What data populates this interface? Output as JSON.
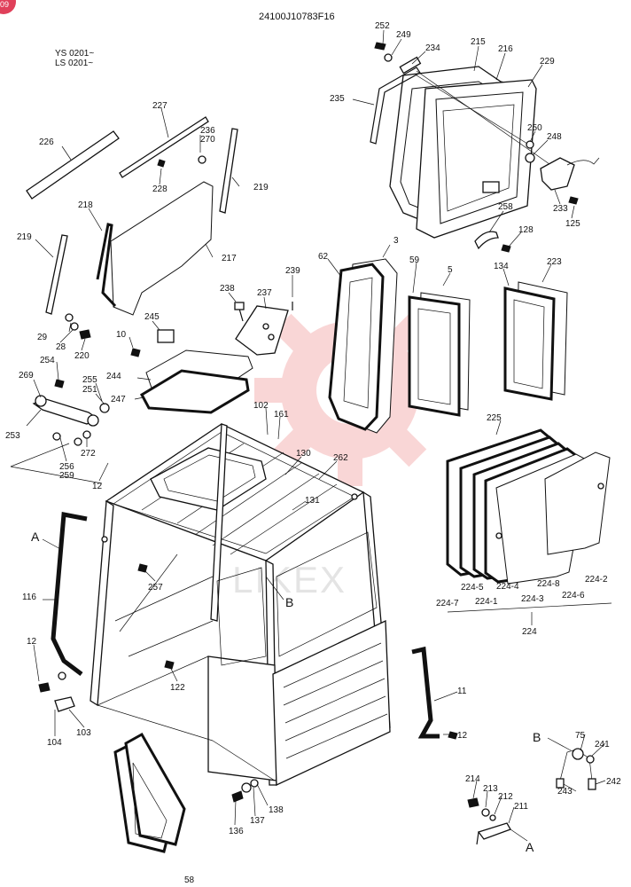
{
  "document": {
    "part_number": "24100J10783F16",
    "serial_ys": "YS 0201~",
    "serial_ls": "LS 0201~",
    "page_number": "58",
    "corner_badge": "09",
    "watermark_text": "LIKEX"
  },
  "callouts": {
    "c252": "252",
    "c249": "249",
    "c234": "234",
    "c215": "215",
    "c216": "216",
    "c229": "229",
    "c235": "235",
    "c250": "250",
    "c248": "248",
    "c233": "233",
    "c125": "125",
    "c258": "258",
    "c128": "128",
    "c227": "227",
    "c226": "226",
    "c236": "236",
    "c270": "270",
    "c228": "228",
    "c219a": "219",
    "c219b": "219",
    "c218": "218",
    "c217": "217",
    "c3": "3",
    "c62": "62",
    "c59": "59",
    "c5": "5",
    "c134": "134",
    "c223": "223",
    "c239": "239",
    "c238": "238",
    "c237": "237",
    "c245": "245",
    "c29": "29",
    "c28": "28",
    "c220": "220",
    "c10": "10",
    "c254": "254",
    "c269": "269",
    "c244": "244",
    "c255": "255",
    "c251": "251",
    "c247": "247",
    "c253": "253",
    "c272": "272",
    "c102": "102",
    "c161": "161",
    "c130": "130",
    "c262": "262",
    "c131": "131",
    "c256": "256",
    "c259": "259",
    "c12a": "12",
    "c225": "225",
    "cA1": "A",
    "c116": "116",
    "c257": "257",
    "cB1": "B",
    "c12b": "12",
    "c122": "122",
    "c224_5": "224-5",
    "c224_4": "224-4",
    "c224_8": "224-8",
    "c224_2": "224-2",
    "c224_7": "224-7",
    "c224_1": "224-1",
    "c224_3": "224-3",
    "c224_6": "224-6",
    "c224": "224",
    "c11": "11",
    "c12c": "12",
    "c104": "104",
    "c103": "103",
    "cB2": "B",
    "c75": "75",
    "c241": "241",
    "c243": "243",
    "c242": "242",
    "c214": "214",
    "c213": "213",
    "c212": "212",
    "c211": "211",
    "cA2": "A",
    "c137": "137",
    "c138": "138",
    "c136": "136"
  },
  "colors": {
    "line": "#111111",
    "watermark": "#f5b5b5",
    "badge": "#e0405a"
  }
}
